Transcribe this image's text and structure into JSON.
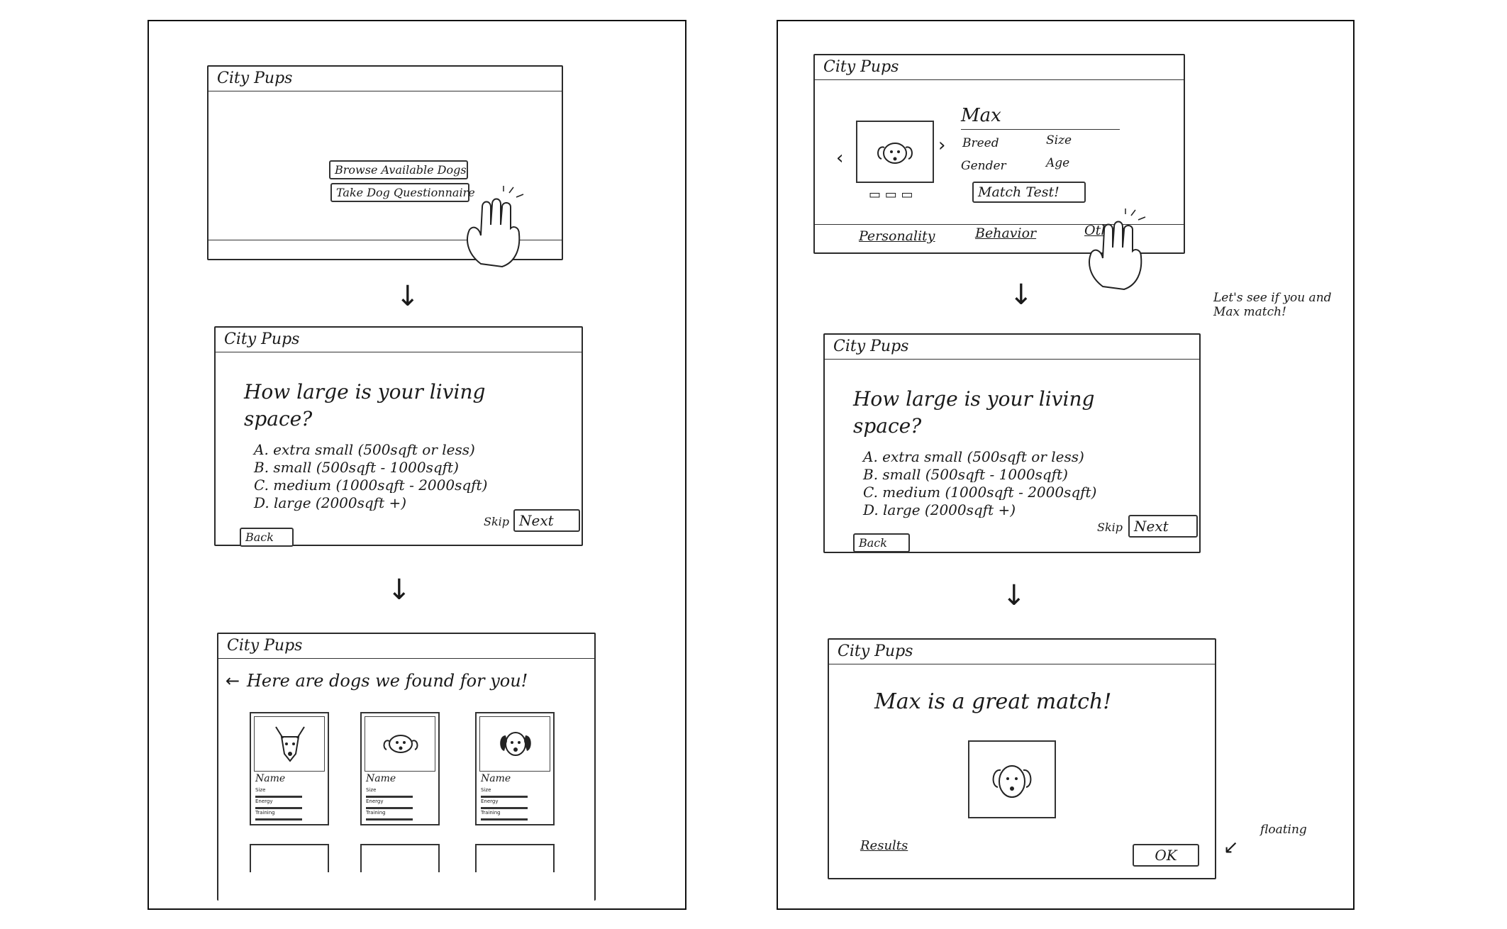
{
  "app": {
    "brand": "City Pups"
  },
  "left_flow": {
    "home": {
      "browse_button": "Browse Available Dogs",
      "questionnaire_button": "Take Dog Questionnaire"
    },
    "question": {
      "text": "How large is your living space?",
      "options": [
        "A. extra small (500sqft or less)",
        "B. small (500sqft - 1000sqft)",
        "C. medium (1000sqft - 2000sqft)",
        "D. large (2000sqft +)"
      ],
      "skip": "Skip",
      "next": "Next",
      "back": "Back"
    },
    "results": {
      "heading": "Here are dogs we found for you!",
      "cards": [
        {
          "name": "Name",
          "l1": "Size",
          "l2": "Energy",
          "l3": "Training"
        },
        {
          "name": "Name",
          "l1": "Size",
          "l2": "Energy",
          "l3": "Training"
        },
        {
          "name": "Name",
          "l1": "Size",
          "l2": "Energy",
          "l3": "Training"
        }
      ]
    }
  },
  "right_flow": {
    "profile": {
      "dog_name": "Max",
      "breed": "Breed",
      "size": "Size",
      "gender": "Gender",
      "age": "Age",
      "match_button": "Match Test!",
      "tabs": [
        "Personality",
        "Behavior",
        "Other"
      ]
    },
    "annotation_match": "Let's see if you and Max match!",
    "question": {
      "text": "How large is your living space?",
      "options": [
        "A. extra small (500sqft or less)",
        "B. small (500sqft - 1000sqft)",
        "C. medium (1000sqft - 2000sqft)",
        "D. large (2000sqft +)"
      ],
      "skip": "Skip",
      "next": "Next",
      "back": "Back"
    },
    "match": {
      "message": "Max is a great match!",
      "results_link": "Results",
      "ok_button": "OK"
    },
    "annotation_floating": "floating"
  }
}
